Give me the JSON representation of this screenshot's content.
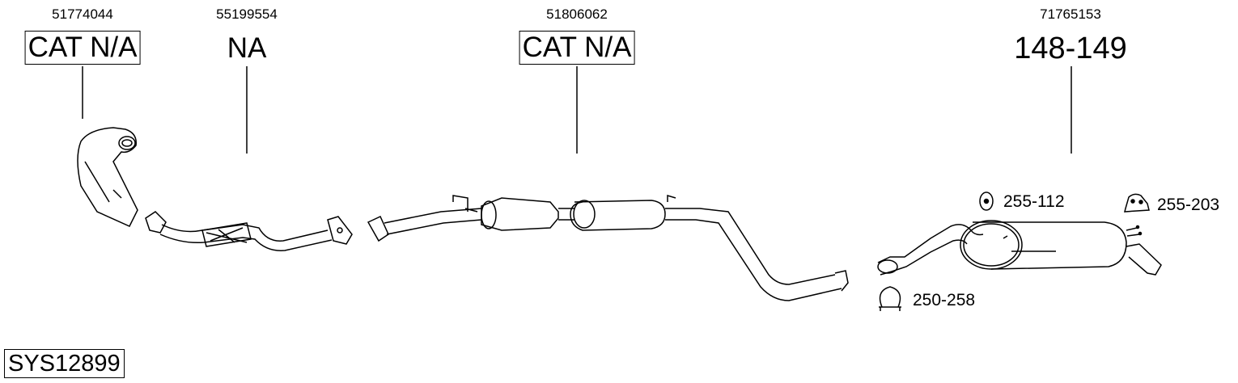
{
  "parts": [
    {
      "oe_number": "51774044",
      "ref": "CAT N/A",
      "boxed": true
    },
    {
      "oe_number": "55199554",
      "ref": "NA",
      "boxed": false
    },
    {
      "oe_number": "51806062",
      "ref": "CAT N/A",
      "boxed": true
    },
    {
      "oe_number": "71765153",
      "ref": "148-149",
      "boxed": false
    }
  ],
  "accessories": [
    {
      "code": "255-112",
      "icon": "rubber-mount-icon"
    },
    {
      "code": "255-203",
      "icon": "hanger-bracket-icon"
    },
    {
      "code": "250-258",
      "icon": "pipe-clamp-icon"
    }
  ],
  "system_code": "SYS12899"
}
